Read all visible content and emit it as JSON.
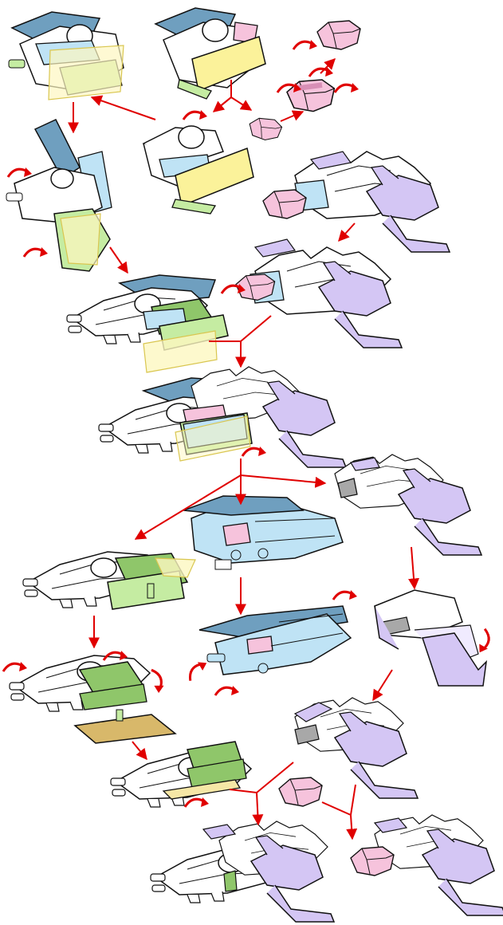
{
  "diagram": {
    "title": "",
    "colors": {
      "outline": "#111111",
      "arrow": "#e00000",
      "hull": "#ffffff",
      "blue_light": "#bfe3f5",
      "blue_dark": "#6f9fbf",
      "green_light": "#c5eca2",
      "green_dark": "#8fc66a",
      "yellow": "#fbf29a",
      "yellow_translucent": "#fdf7c0",
      "pink": "#f6c3dc",
      "pink_dark": "#d88fb6",
      "lavender": "#d4c6f4",
      "khaki": "#d8b86a",
      "grey": "#a8a8a8"
    },
    "figures": [
      {
        "id": "ship-a1",
        "part_icon": "jet-with-green-and-yellow-shield"
      },
      {
        "id": "ship-a2",
        "part_icon": "jet-with-yellow-shield-and-pink-parts"
      },
      {
        "id": "ship-a3",
        "part_icon": "jet-yellow-shield-side"
      },
      {
        "id": "pink-pod-a",
        "part_icon": "pink-pod-small"
      },
      {
        "id": "pink-pod-b",
        "part_icon": "pink-pod-rotating"
      },
      {
        "id": "pink-pod-c",
        "part_icon": "pink-pod-final"
      },
      {
        "id": "ship-b1",
        "part_icon": "robot-folding-upright"
      },
      {
        "id": "ship-lav-1",
        "part_icon": "lavender-wing-ship-with-pink-head"
      },
      {
        "id": "ship-lav-2",
        "part_icon": "lavender-wing-ship-head-rotating"
      },
      {
        "id": "ship-b2",
        "part_icon": "jet-with-green-cradle"
      },
      {
        "id": "ship-combined",
        "part_icon": "combined-jet-with-lavender-wing"
      },
      {
        "id": "robot-blue",
        "part_icon": "blue-robot-lying"
      },
      {
        "id": "lav-frame",
        "part_icon": "lavender-frame-open"
      },
      {
        "id": "jet-green-cradle",
        "part_icon": "jet-with-green-cradle-yellow"
      },
      {
        "id": "robot-blue-2",
        "part_icon": "blue-robot-with-shield"
      },
      {
        "id": "lav-frame-2",
        "part_icon": "lavender-frame-folding"
      },
      {
        "id": "jet-khaki",
        "part_icon": "jet-green-khaki-folding"
      },
      {
        "id": "lav-ship-final",
        "part_icon": "lavender-ship-closed"
      },
      {
        "id": "jet-khaki-2",
        "part_icon": "jet-khaki-compact"
      },
      {
        "id": "pink-pod-d",
        "part_icon": "pink-pod-loose"
      },
      {
        "id": "final-lav-white",
        "part_icon": "final-white-lavender-ship"
      },
      {
        "id": "final-lav-pink",
        "part_icon": "final-lavender-pink-ship"
      }
    ]
  }
}
